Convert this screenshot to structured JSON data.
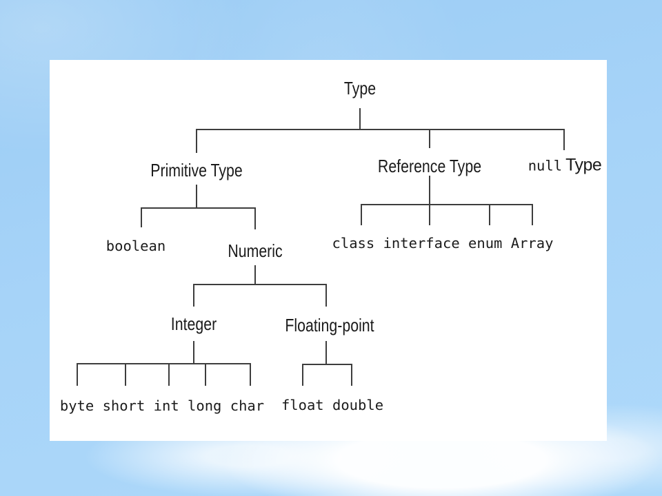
{
  "slide": {
    "colors": {
      "background_blue": "#a6d3f8",
      "panel_white": "#ffffff",
      "connector_gray": "#3d3d3d",
      "text_black": "#1b1b1b"
    }
  },
  "tree": {
    "label": "Type",
    "children": [
      {
        "label": "Primitive Type",
        "children": [
          {
            "label": "boolean",
            "style": "code"
          },
          {
            "label": "Numeric",
            "children": [
              {
                "label": "Integer",
                "children": [
                  {
                    "label": "byte",
                    "style": "code"
                  },
                  {
                    "label": "short",
                    "style": "code"
                  },
                  {
                    "label": "int",
                    "style": "code"
                  },
                  {
                    "label": "long",
                    "style": "code"
                  },
                  {
                    "label": "char",
                    "style": "code"
                  }
                ]
              },
              {
                "label": "Floating-point",
                "children": [
                  {
                    "label": "float",
                    "style": "code"
                  },
                  {
                    "label": "double",
                    "style": "code"
                  }
                ]
              }
            ]
          }
        ]
      },
      {
        "label": "Reference Type",
        "children": [
          {
            "label": "class",
            "style": "code"
          },
          {
            "label": "interface",
            "style": "code"
          },
          {
            "label": "enum",
            "style": "code"
          },
          {
            "label": "Array",
            "style": "code"
          }
        ]
      },
      {
        "label": "null Type",
        "keyword": "null",
        "suffix": "Type"
      }
    ]
  }
}
